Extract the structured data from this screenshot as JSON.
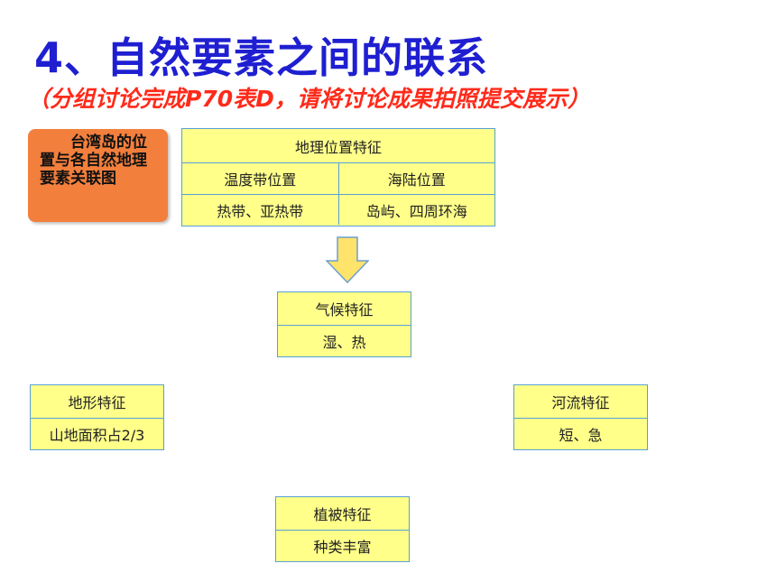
{
  "title": "4、自然要素之间的联系",
  "subtitle": "（分组讨论完成P70表D，请将讨论成果拍照提交展示）",
  "label_box": "台湾岛的位置与各自然地理要素关联图",
  "location": {
    "header": "地理位置特征",
    "temp_zone_label": "温度带位置",
    "sea_land_label": "海陆位置",
    "temp_zone_value": "热带、亚热带",
    "sea_land_value": "岛屿、四周环海"
  },
  "climate": {
    "header": "气候特征",
    "value": "湿、热"
  },
  "landform": {
    "header": "地形特征",
    "value": "山地面积占2/3"
  },
  "river": {
    "header": "河流特征",
    "value": "短、急"
  },
  "vegetation": {
    "header": "植被特征",
    "value": "种类丰富"
  },
  "colors": {
    "title": "#1f1fd1",
    "subtitle": "#ff2a1a",
    "label_bg": "#f37f3d",
    "box_bg": "#ffff8a",
    "box_border": "#58a0d7",
    "arrow_fill": "#ffe36a",
    "arrow_stroke": "#6a9fd0"
  }
}
